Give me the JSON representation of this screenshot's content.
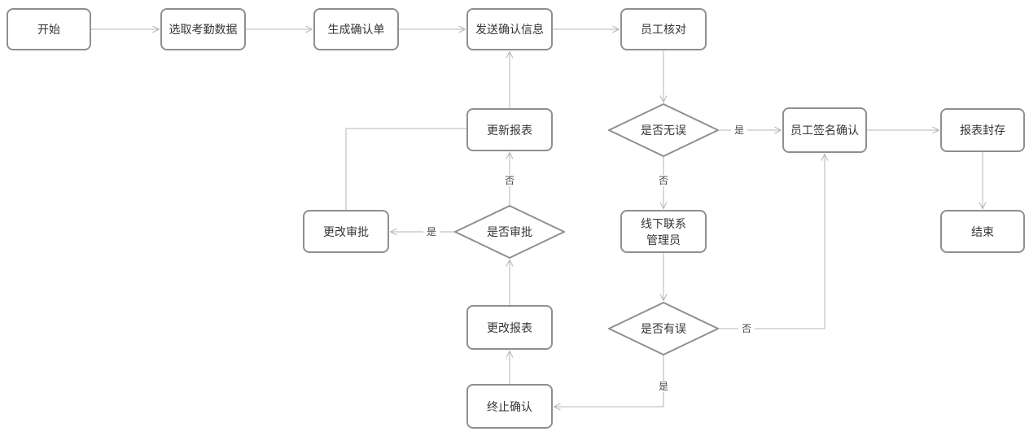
{
  "diagram": {
    "type": "flowchart",
    "language": "zh-CN",
    "background_color": "#ffffff",
    "colors": {
      "node_border": "#8f8f8f",
      "node_fill": "#ffffff",
      "connector": "#b5b5b5",
      "text": "#353535"
    },
    "nodes": {
      "start": {
        "label": "开始",
        "shape": "rounded-rect"
      },
      "select_attendance_data": {
        "label": "选取考勤数据",
        "shape": "rounded-rect"
      },
      "generate_confirmation": {
        "label": "生成确认单",
        "shape": "rounded-rect"
      },
      "send_confirmation": {
        "label": "发送确认信息",
        "shape": "rounded-rect"
      },
      "employee_check": {
        "label": "员工核对",
        "shape": "rounded-rect"
      },
      "update_report": {
        "label": "更新报表",
        "shape": "rounded-rect"
      },
      "is_correct": {
        "label": "是否无误",
        "shape": "diamond"
      },
      "employee_sign_confirm": {
        "label": "员工签名确认",
        "shape": "rounded-rect"
      },
      "report_archive": {
        "label": "报表封存",
        "shape": "rounded-rect"
      },
      "change_approval": {
        "label": "更改审批",
        "shape": "rounded-rect"
      },
      "is_approved": {
        "label": "是否审批",
        "shape": "diamond"
      },
      "contact_admin_offline": {
        "label_line1": "线下联系",
        "label_line2": "管理员",
        "shape": "rounded-rect"
      },
      "end": {
        "label": "结束",
        "shape": "rounded-rect"
      },
      "change_report": {
        "label": "更改报表",
        "shape": "rounded-rect"
      },
      "has_error": {
        "label": "是否有误",
        "shape": "diamond"
      },
      "terminate_confirm": {
        "label": "终止确认",
        "shape": "rounded-rect"
      }
    },
    "edges": [
      {
        "from": "start",
        "to": "select_attendance_data",
        "label": ""
      },
      {
        "from": "select_attendance_data",
        "to": "generate_confirmation",
        "label": ""
      },
      {
        "from": "generate_confirmation",
        "to": "send_confirmation",
        "label": ""
      },
      {
        "from": "send_confirmation",
        "to": "employee_check",
        "label": ""
      },
      {
        "from": "employee_check",
        "to": "is_correct",
        "label": ""
      },
      {
        "from": "is_correct",
        "to": "employee_sign_confirm",
        "label": "是"
      },
      {
        "from": "employee_sign_confirm",
        "to": "report_archive",
        "label": ""
      },
      {
        "from": "report_archive",
        "to": "end",
        "label": ""
      },
      {
        "from": "is_correct",
        "to": "contact_admin_offline",
        "label": "否"
      },
      {
        "from": "contact_admin_offline",
        "to": "has_error",
        "label": ""
      },
      {
        "from": "has_error",
        "to": "employee_sign_confirm",
        "label": "否"
      },
      {
        "from": "has_error",
        "to": "terminate_confirm",
        "label": "是"
      },
      {
        "from": "terminate_confirm",
        "to": "change_report",
        "label": ""
      },
      {
        "from": "change_report",
        "to": "is_approved",
        "label": ""
      },
      {
        "from": "is_approved",
        "to": "change_approval",
        "label": "是"
      },
      {
        "from": "is_approved",
        "to": "update_report",
        "label": "否"
      },
      {
        "from": "update_report",
        "to": "send_confirmation",
        "label": ""
      },
      {
        "from": "change_approval",
        "to": "update_report",
        "label": ""
      }
    ]
  }
}
